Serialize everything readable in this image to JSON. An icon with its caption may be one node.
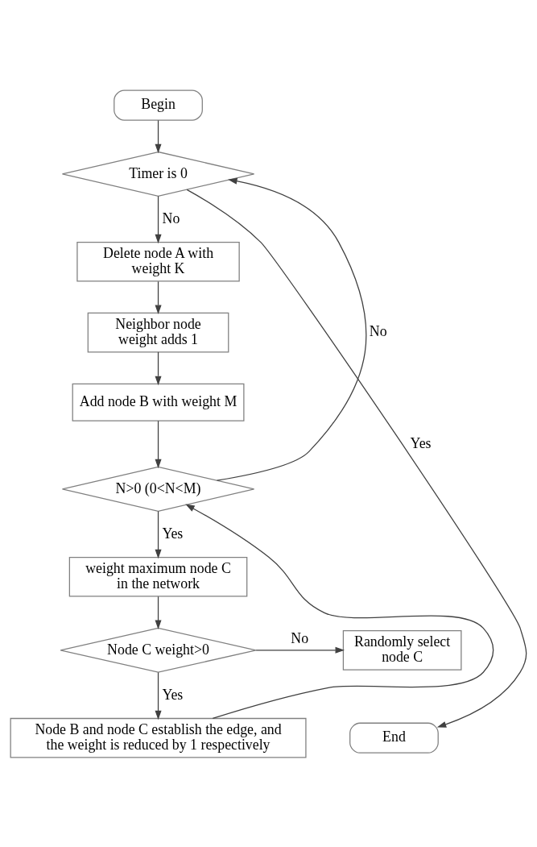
{
  "diagram": {
    "nodes": [
      {
        "text": [
          "Begin"
        ]
      },
      {
        "text": [
          "Timer is 0"
        ]
      },
      {
        "text": [
          "Delete node A with weight K"
        ]
      },
      {
        "text": [
          "Neighbor node weight adds 1"
        ]
      },
      {
        "text": [
          "Add node B with weight M"
        ]
      },
      {
        "text": [
          "N>0 (0<N<M)"
        ]
      },
      {
        "text": [
          "weight maximum node C in the network"
        ]
      },
      {
        "text": [
          "Node C weight>0"
        ]
      },
      {
        "text": [
          "Randomly select node C"
        ]
      },
      {
        "text": [
          "Node B and node C establish the edge, and the weight is reduced by 1 respectively"
        ]
      },
      {
        "text": [
          "End"
        ]
      }
    ],
    "edges": [
      {
        "from": 0,
        "to": 1,
        "arrow": "to"
      },
      {
        "from": 1,
        "to": 2,
        "arrow": "to",
        "label": "No"
      },
      {
        "from": 2,
        "to": 3,
        "arrow": "to"
      },
      {
        "from": 3,
        "to": 4,
        "arrow": "to"
      },
      {
        "from": 4,
        "to": 5,
        "arrow": "to"
      },
      {
        "from": 5,
        "to": 1,
        "arrow": "to",
        "label": "No"
      },
      {
        "from": 5,
        "to": 6,
        "arrow": "to",
        "label": "Yes"
      },
      {
        "from": 6,
        "to": 7,
        "arrow": "to"
      },
      {
        "from": 7,
        "to": 8,
        "arrow": "to",
        "label": "No"
      },
      {
        "from": 7,
        "to": 9,
        "arrow": "to",
        "label": "Yes"
      },
      {
        "from": 9,
        "to": 5,
        "arrow": "to"
      },
      {
        "from": 1,
        "to": 10,
        "arrow": "to",
        "label": "Yes"
      }
    ]
  }
}
